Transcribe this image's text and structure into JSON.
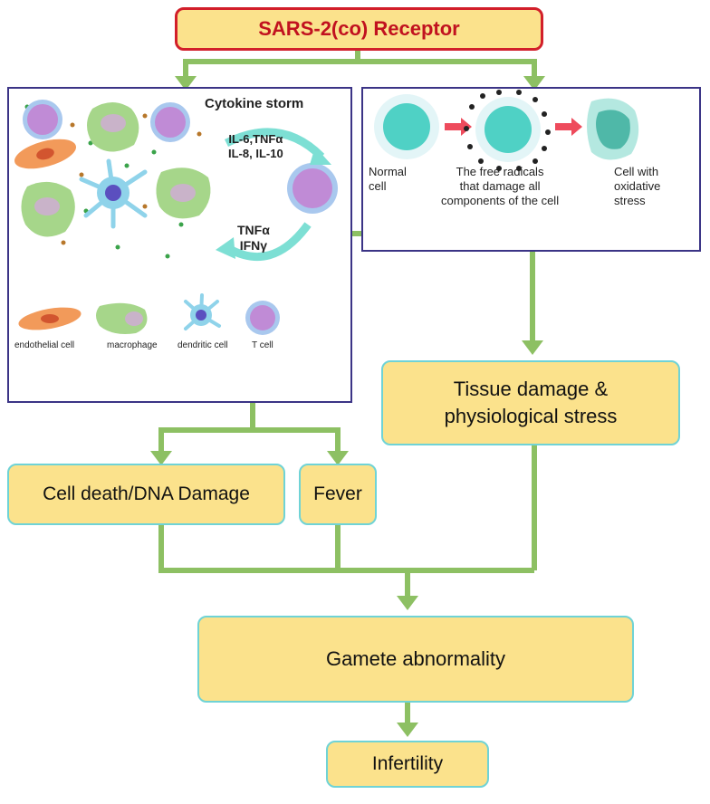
{
  "receptor": "SARS-2(co) Receptor",
  "cytokine_panel": {
    "title": "Cytokine storm",
    "cytokines_top": [
      "IL-6,TNFα",
      "IL-8, IL-10"
    ],
    "cytokines_bottom": [
      "TNFα",
      "IFNγ"
    ],
    "cell_labels": {
      "tcell": "T cell",
      "macrophage": "macrophage",
      "endothelial": "endothelial cell",
      "dendritic": "dendritic cell"
    },
    "legend": [
      "endothelial cell",
      "macrophage",
      "dendritic cell",
      "T cell"
    ]
  },
  "oxidative_panel": {
    "normal_cell": [
      "Normal",
      "cell"
    ],
    "free_radicals": [
      "The free radicals",
      "that damage all",
      "components of the cell"
    ],
    "stressed_cell": [
      "Cell with",
      "oxidative",
      "stress"
    ]
  },
  "tissue_damage": [
    "Tissue damage &",
    "physiological stress"
  ],
  "cell_death": "Cell death/DNA Damage",
  "fever": "Fever",
  "gamete": "Gamete abnormality",
  "infertility": "Infertility",
  "colors": {
    "arrow": "#8dc063",
    "box_fill": "#fbe28c",
    "box_border": "#6fd3d6",
    "receptor_border": "#d21f2a",
    "receptor_text": "#c1121f",
    "panel_border": "#3b3486",
    "cell_teal": "#4fd1c5",
    "tcell_purple": "#c08bd6"
  }
}
